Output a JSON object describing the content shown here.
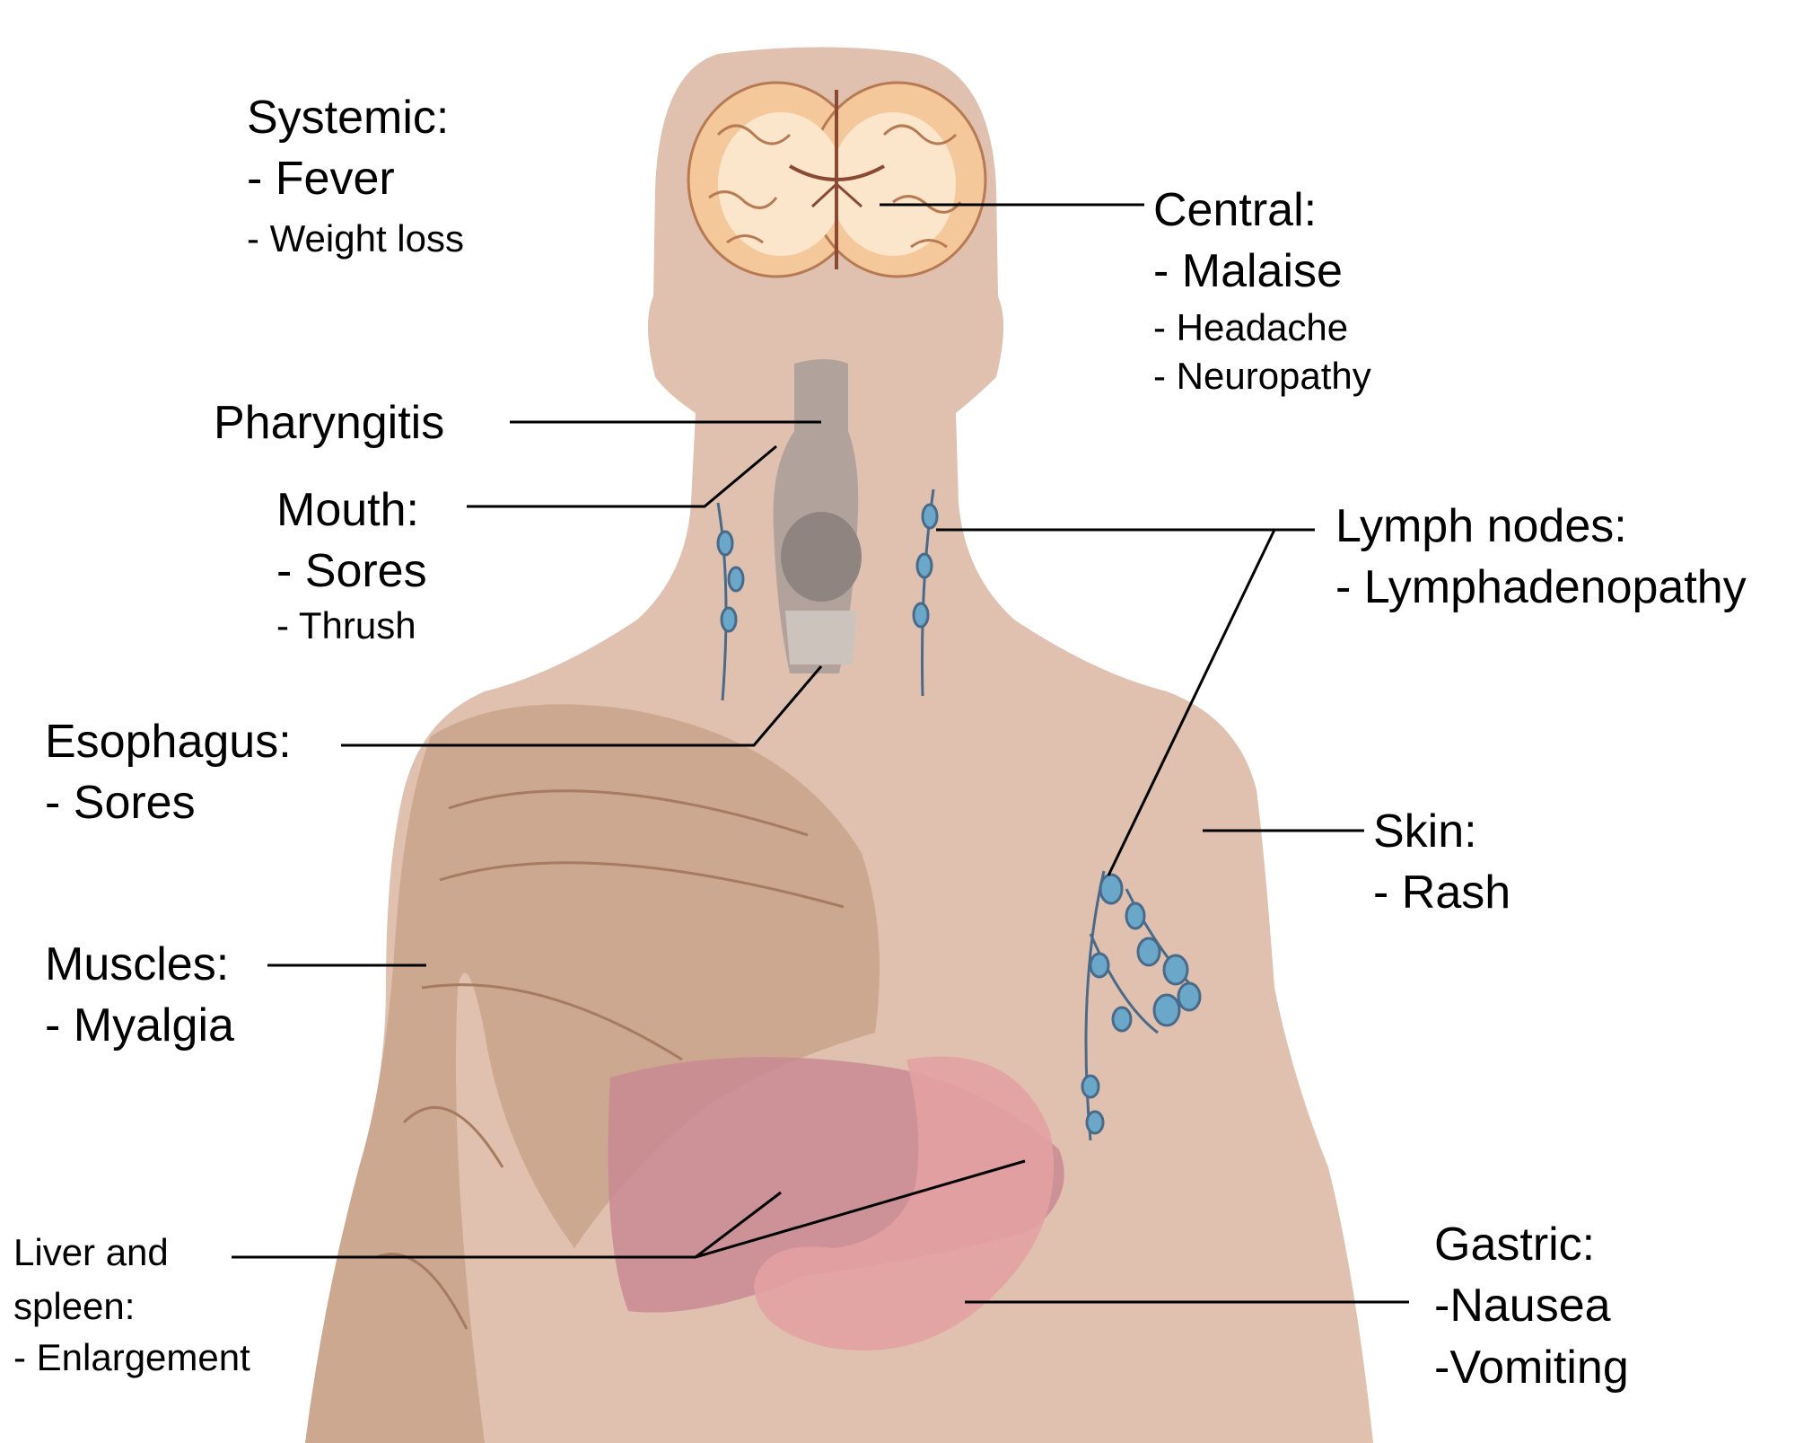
{
  "colors": {
    "skin": "#e0c0ae",
    "brain_outer": "#f5c89c",
    "brain_inner": "#fbe6cc",
    "brain_line": "#b77a52",
    "muscle": "#c9a58c",
    "muscle_fiber": "#a67b60",
    "liver": "#c98a93",
    "stomach": "#e3a1a3",
    "lymph": "#6aa7c9",
    "pharynx": "#a89d99",
    "leader_line": "#000000",
    "text": "#000000"
  },
  "labels": {
    "systemic": {
      "heading": "Systemic:",
      "items": [
        "- Fever",
        "- Weight loss"
      ]
    },
    "central": {
      "heading": "Central:",
      "items": [
        "- Malaise",
        "- Headache",
        "- Neuropathy"
      ]
    },
    "pharyngitis": {
      "heading": "Pharyngitis"
    },
    "mouth": {
      "heading": "Mouth:",
      "items": [
        "- Sores",
        "- Thrush"
      ]
    },
    "lymph_nodes": {
      "heading": "Lymph nodes:",
      "items": [
        "- Lymphadenopathy"
      ]
    },
    "esophagus": {
      "heading": "Esophagus:",
      "items": [
        "- Sores"
      ]
    },
    "skin": {
      "heading": "Skin:",
      "items": [
        "- Rash"
      ]
    },
    "muscles": {
      "heading": "Muscles:",
      "items": [
        "- Myalgia"
      ]
    },
    "liver_spleen": {
      "heading_lines": [
        "Liver and",
        "spleen:"
      ],
      "items": [
        "- Enlargement"
      ]
    },
    "gastric": {
      "heading": "Gastric:",
      "items": [
        "-Nausea",
        "-Vomiting"
      ]
    }
  }
}
